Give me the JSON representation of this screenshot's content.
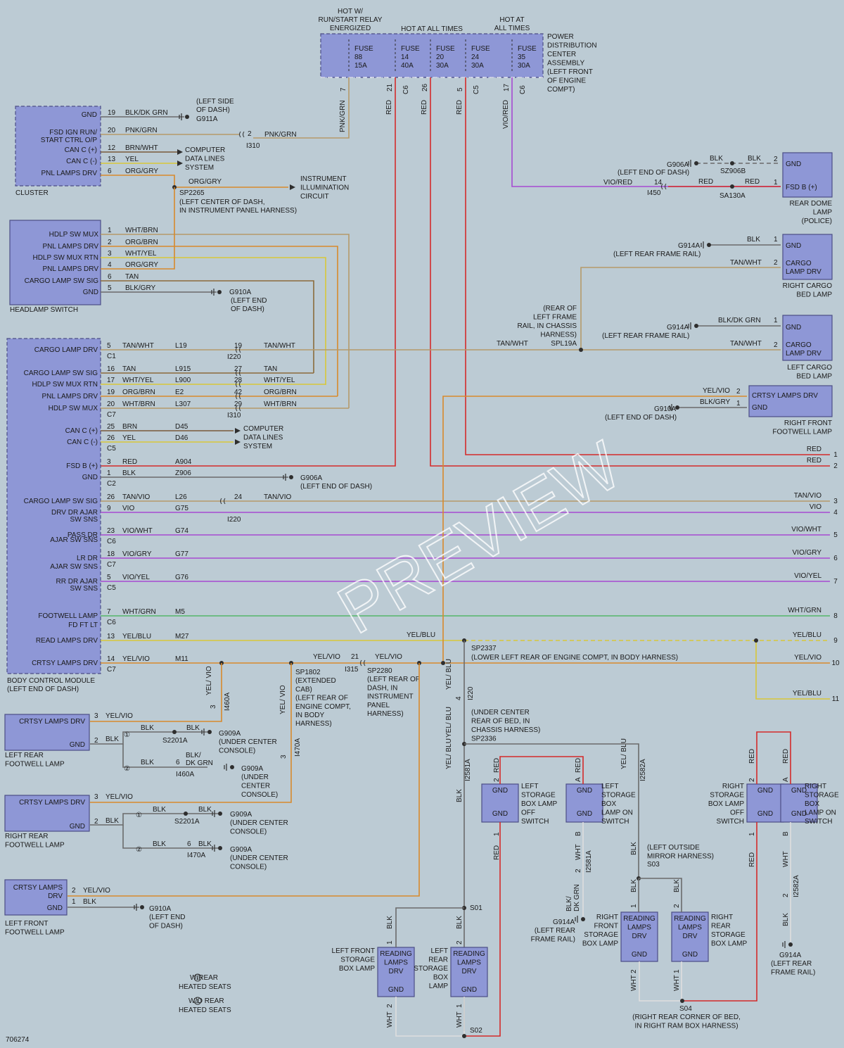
{
  "colors": {
    "background": "#bccbd4",
    "component": "#8e97d6",
    "red": "#d42a2a",
    "violet": "#a64ad1",
    "orange": "#d88a2c",
    "yellow": "#d8c83a",
    "tan": "#b59a6a",
    "green": "#55b86a",
    "gray": "#6b6b6b"
  },
  "header": {
    "hot_relay": [
      "HOT W/",
      "RUN/START RELAY",
      "ENERGIZED"
    ],
    "hot_all_times_1": "HOT AT ALL TIMES",
    "hot_all_times_2": [
      "HOT AT",
      "ALL TIMES"
    ],
    "pdc": [
      "POWER",
      "DISTRIBUTION",
      "CENTER",
      "ASSEMBLY",
      "(LEFT FRONT",
      "OF ENGINE",
      "COMPT)"
    ]
  },
  "fuses": [
    {
      "name": "FUSE",
      "num": "88",
      "amp": "15A",
      "pin": "7",
      "conn": ""
    },
    {
      "name": "FUSE",
      "num": "14",
      "amp": "40A",
      "pin": "21",
      "conn": "C6"
    },
    {
      "name": "FUSE",
      "num": "20",
      "amp": "30A",
      "pin": "26",
      "conn": ""
    },
    {
      "name": "FUSE",
      "num": "24",
      "amp": "30A",
      "pin": "5",
      "conn": "C5"
    },
    {
      "name": "FUSE",
      "num": "35",
      "amp": "30A",
      "pin": "17",
      "conn": "C6"
    }
  ],
  "vertical_labels": {
    "pnk_grn": "PNK/GRN",
    "red1": "RED",
    "red2": "RED",
    "red3": "RED",
    "vio_red": "VIO/RED",
    "yel_vio_1": "YEL/ VIO",
    "yel_vio_2": "YEL/ VIO",
    "yel_blu_1": "YEL/ BLU",
    "yel_blu_2": "YEL/ BLU",
    "yel_blu_3": "YEL/ BLU",
    "yel_blu_4": "YEL/ BLU",
    "i460a": "I460A",
    "i470a": "I470A",
    "i220": "I220",
    "i2581a": "I2581A",
    "i2582a": "I2582A"
  },
  "cluster": {
    "title": "CLUSTER",
    "pins": [
      {
        "label": "GND",
        "pin": "19",
        "wire": "BLK/DK GRN"
      },
      {
        "label": "FSD IGN RUN/",
        "pin": "20",
        "wire": "PNK/GRN"
      },
      {
        "label": "START CTRL O/P",
        "pin": "",
        "wire": ""
      },
      {
        "label": "CAN C (+)",
        "pin": "12",
        "wire": "BRN/WHT"
      },
      {
        "label": "CAN C (-)",
        "pin": "13",
        "wire": "YEL"
      },
      {
        "label": "PNL LAMPS DRV",
        "pin": "6",
        "wire": "ORG/GRY"
      }
    ],
    "ground": "G911A",
    "ground_loc": [
      "(LEFT SIDE",
      "OF DASH)"
    ],
    "conn_i310_pin": "2",
    "conn_i310": "I310",
    "conn_i310_wire": "PNK/GRN",
    "data_lines": [
      "COMPUTER",
      "DATA LINES",
      "SYSTEM"
    ],
    "illum_wire": "ORG/GRY",
    "illum": [
      "INSTRUMENT",
      "ILLUMINATION",
      "CIRCUIT"
    ],
    "splice": "SP2265",
    "splice_loc": [
      "(LEFT CENTER OF DASH,",
      "IN INSTRUMENT PANEL HARNESS)"
    ]
  },
  "headlamp": {
    "title": "HEADLAMP SWITCH",
    "pins": [
      {
        "label": "HDLP SW MUX",
        "pin": "1",
        "wire": "WHT/BRN"
      },
      {
        "label": "PNL LAMPS DRV",
        "pin": "2",
        "wire": "ORG/BRN"
      },
      {
        "label": "HDLP SW MUX RTN",
        "pin": "3",
        "wire": "WHT/YEL"
      },
      {
        "label": "PNL LAMPS DRV",
        "pin": "4",
        "wire": "ORG/GRY"
      },
      {
        "label": "CARGO LAMP SW SIG",
        "pin": "6",
        "wire": "TAN"
      },
      {
        "label": "GND",
        "pin": "5",
        "wire": "BLK/GRY"
      }
    ],
    "ground": "G910A",
    "ground_loc": [
      "(LEFT END",
      "OF DASH)"
    ]
  },
  "bcm": {
    "title": [
      "BODY CONTROL MODULE",
      "(LEFT END OF DASH)"
    ],
    "rows": [
      {
        "label": "CARGO LAMP DRV",
        "pin": "5",
        "conn": "C1",
        "wire": "TAN/WHT",
        "circuit": "L19",
        "ipin": "19",
        "iconn": "I220",
        "iwire": "TAN/WHT"
      },
      {
        "label": "CARGO LAMP SW SIG",
        "pin": "16",
        "conn": "",
        "wire": "TAN",
        "circuit": "L915",
        "ipin": "27",
        "iconn": "",
        "iwire": "TAN"
      },
      {
        "label": "HDLP SW MUX RTN",
        "pin": "17",
        "conn": "",
        "wire": "WHT/YEL",
        "circuit": "L900",
        "ipin": "28",
        "iconn": "",
        "iwire": "WHT/YEL"
      },
      {
        "label": "PNL LAMPS DRV",
        "pin": "19",
        "conn": "",
        "wire": "ORG/BRN",
        "circuit": "E2",
        "ipin": "42",
        "iconn": "",
        "iwire": "ORG/BRN"
      },
      {
        "label": "HDLP SW MUX",
        "pin": "20",
        "conn": "C7",
        "wire": "WHT/BRN",
        "circuit": "L307",
        "ipin": "29",
        "iconn": "I310",
        "iwire": "WHT/BRN"
      },
      {
        "label": "CAN C (+)",
        "pin": "25",
        "conn": "",
        "wire": "BRN",
        "circuit": "D45"
      },
      {
        "label": "CAN C (-)",
        "pin": "26",
        "conn": "C5",
        "wire": "YEL",
        "circuit": "D46"
      },
      {
        "label": "FSD B (+)",
        "pin": "3",
        "conn": "",
        "wire": "RED",
        "circuit": "A904"
      },
      {
        "label": "GND",
        "pin": "1",
        "conn": "C2",
        "wire": "BLK",
        "circuit": "Z906"
      },
      {
        "label": "CARGO LAMP SW SIG",
        "pin": "26",
        "conn": "",
        "wire": "TAN/VIO",
        "circuit": "L26",
        "ipin": "24",
        "iconn": "",
        "iwire": "TAN/VIO"
      },
      {
        "label": "DRV DR AJAR",
        "pin": "9",
        "conn": "",
        "wire": "VIO",
        "circuit": "G75",
        "ipin": "",
        "iconn": "I220",
        "iwire": ""
      },
      {
        "label": "PASS DR",
        "pin": "23",
        "conn": "C6",
        "wire": "VIO/WHT",
        "circuit": "G74"
      },
      {
        "label": "LR DR",
        "pin": "18",
        "conn": "C7",
        "wire": "VIO/GRY",
        "circuit": "G77"
      },
      {
        "label": "RR DR AJAR",
        "pin": "5",
        "conn": "C5",
        "wire": "VIO/YEL",
        "circuit": "G76"
      },
      {
        "label": "FOOTWELL LAMP",
        "pin": "7",
        "conn": "C6",
        "wire": "WHT/GRN",
        "circuit": "M5"
      },
      {
        "label": "READ LAMPS DRV",
        "pin": "13",
        "conn": "",
        "wire": "YEL/BLU",
        "circuit": "M27"
      },
      {
        "label": "CRTSY LAMPS DRV",
        "pin": "14",
        "conn": "C7",
        "wire": "YEL/VIO",
        "circuit": "M11"
      }
    ],
    "sub_labels": {
      "sw_sns_1": "SW SNS",
      "ajar_sw_sns": "AJAR SW SNS",
      "ajar_sw_sns_2": "AJAR SW SNS",
      "sw_sns_2": "SW SNS",
      "fd_ft_lt": "FD FT LT"
    },
    "data_lines": [
      "COMPUTER",
      "DATA LINES",
      "SYSTEM"
    ],
    "gnd": "G906A",
    "gnd_loc": "(LEFT END OF DASH)"
  },
  "right_side": {
    "rear_dome": {
      "title": [
        "REAR DOME",
        "LAMP",
        "(POLICE)"
      ],
      "pins": [
        "GND",
        "FSD B (+)"
      ],
      "pin_nums": [
        "2",
        "1"
      ],
      "gnd": "G906A",
      "gnd_loc": "(LEFT END OF DASH)",
      "splice": "SZ906B",
      "wire_blk": "BLK",
      "wire_blk2": "BLK",
      "wire_red": "RED",
      "wire_red2": "RED",
      "vio_red": "VIO/RED",
      "conn_pin": "14",
      "conn": "I450",
      "splice2": "SA130A"
    },
    "right_cargo": {
      "title": [
        "RIGHT CARGO",
        "BED LAMP"
      ],
      "pins": [
        "GND",
        "CARGO",
        "LAMP DRV"
      ],
      "pin_nums": [
        "1",
        "2"
      ],
      "gnd": "G914A",
      "gnd_loc": "(LEFT REAR FRAME RAIL)",
      "wire_blk": "BLK",
      "wire_tan": "TAN/WHT"
    },
    "left_cargo": {
      "title": [
        "LEFT CARGO",
        "BED LAMP"
      ],
      "pins": [
        "GND",
        "CARGO",
        "LAMP DRV"
      ],
      "pin_nums": [
        "1",
        "2"
      ],
      "gnd": "G914A",
      "gnd_loc": "(LEFT REAR FRAME RAIL)",
      "wire_blk": "BLK/DK GRN",
      "wire_tan": "TAN/WHT"
    },
    "spl19a": [
      "(REAR OF",
      "LEFT FRAME",
      "RAIL, IN CHASSIS",
      "HARNESS)",
      "SPL19A"
    ],
    "tan_wht": "TAN/WHT",
    "rf_footwell": {
      "title": [
        "RIGHT FRONT",
        "FOOTWELL LAMP"
      ],
      "pins": [
        "CRTSY LAMPS DRV",
        "GND"
      ],
      "pin_nums": [
        "2",
        "1"
      ],
      "wires": [
        "YEL/VIO",
        "BLK/GRY"
      ],
      "gnd": "G910A",
      "gnd_loc": "(LEFT END OF DASH)"
    }
  },
  "outputs": [
    {
      "wire": "RED",
      "num": "1"
    },
    {
      "wire": "RED",
      "num": "2"
    },
    {
      "wire": "TAN/VIO",
      "num": "3"
    },
    {
      "wire": "VIO",
      "num": "4"
    },
    {
      "wire": "VIO/WHT",
      "num": "5"
    },
    {
      "wire": "VIO/GRY",
      "num": "6"
    },
    {
      "wire": "VIO/YEL",
      "num": "7"
    },
    {
      "wire": "WHT/GRN",
      "num": "8"
    },
    {
      "wire": "YEL/BLU",
      "num": "9"
    },
    {
      "wire": "YEL/VIO",
      "num": "10"
    },
    {
      "wire": "YEL/BLU",
      "num": "11"
    }
  ],
  "splices": {
    "yel_blu_mid": "YEL/BLU",
    "sp2337": "SP2337",
    "sp2337_loc": "(LOWER LEFT REAR OF ENGINE COMPT, IN BODY HARNESS)",
    "sp1802": [
      "SP1802",
      "(EXTENDED",
      "CAB)",
      "(LEFT REAR OF",
      "ENGINE COMPT,",
      "IN BODY",
      "HARNESS)"
    ],
    "yel_vio_a": "YEL/VIO",
    "yel_vio_b": "YEL/VIO",
    "i315_pin": "21",
    "i315": "I315",
    "sp2280": [
      "SP2280",
      "(LEFT REAR OF",
      "DASH, IN",
      "INSTRUMENT",
      "PANEL",
      "HARNESS)"
    ],
    "sp2336": [
      "(UNDER CENTER",
      "REAR OF BED, IN",
      "CHASSIS HARNESS)",
      "SP2336"
    ],
    "i220_pin": "4"
  },
  "lr_footwell": {
    "title": [
      "LEFT REAR",
      "FOOTWELL LAMP"
    ],
    "pins": [
      "CRTSY LAMPS DRV",
      "GND"
    ],
    "pin_nums": [
      "3",
      "2"
    ],
    "wire1": "YEL/VIO",
    "wire2": "BLK",
    "opt1_blk": "BLK",
    "opt1_blk2": "BLK",
    "opt1_splice": "S2201A",
    "opt1_gnd": "G909A",
    "opt1_gnd_loc": [
      "(UNDER CENTER",
      "CONSOLE)"
    ],
    "opt2_blk": "BLK",
    "opt2_pin": "6",
    "opt2_wire": "BLK/",
    "opt2_wire2": "DK GRN",
    "opt2_conn": "I460A",
    "opt2_gnd": "G909A",
    "opt2_gnd_loc": [
      "(UNDER",
      "CENTER",
      "CONSOLE)"
    ],
    "pin_460": "3"
  },
  "rr_footwell": {
    "title": [
      "RIGHT REAR",
      "FOOTWELL LAMP"
    ],
    "pins": [
      "CRTSY LAMPS DRV",
      "GND"
    ],
    "pin_nums": [
      "3",
      "2"
    ],
    "wire1": "YEL/VIO",
    "wire2": "BLK",
    "opt1_blk": "BLK",
    "opt1_blk2": "BLK",
    "opt1_splice": "S2201A",
    "opt1_gnd": "G909A",
    "opt1_gnd_loc": [
      "(UNDER CENTER",
      "CONSOLE)"
    ],
    "opt2_blk": "BLK",
    "opt2_pin": "6",
    "opt2_blk2": "BLK",
    "opt2_conn": "I470A",
    "opt2_gnd": "G909A",
    "opt2_gnd_loc": [
      "(UNDER CENTER",
      "CONSOLE)"
    ],
    "pin_470": "3"
  },
  "lf_footwell": {
    "title": [
      "LEFT FRONT",
      "FOOTWELL LAMP"
    ],
    "pins": [
      "CRTSY LAMPS",
      "DRV",
      "GND"
    ],
    "pin_nums": [
      "2",
      "1"
    ],
    "wire1": "YEL/VIO",
    "wire2": "BLK",
    "gnd": "G910A",
    "gnd_loc": [
      "(LEFT END",
      "OF DASH)"
    ]
  },
  "legend": {
    "item1": "W/REAR",
    "item1b": "HEATED SEATS",
    "item2": "W/O REAR",
    "item2b": "HEATED SEATS",
    "num1": "1",
    "num2": "2"
  },
  "bed": {
    "lsb_off": {
      "title": [
        "LEFT",
        "STORAGE",
        "BOX LAMP",
        "OFF",
        "SWITCH"
      ],
      "pins": [
        "GND",
        "GND"
      ],
      "pin_nums": [
        "2",
        "1"
      ],
      "wire_red": "RED",
      "wire_red2": "RED"
    },
    "lsb_on": {
      "title": [
        "LEFT",
        "STORAGE",
        "BOX",
        "LAMP ON",
        "SWITCH"
      ],
      "pins": [
        "GND",
        "GND"
      ],
      "pin_nums": [
        "A",
        "B"
      ],
      "wire_red": "RED",
      "wire_wht": "WHT"
    },
    "rsb_off": {
      "title": [
        "RIGHT",
        "STORAGE",
        "BOX LAMP",
        "OFF",
        "SWITCH"
      ],
      "pins": [
        "GND",
        "GND"
      ],
      "pin_nums": [
        "2",
        "1"
      ],
      "wire_red": "RED",
      "wire_red2": "RED"
    },
    "rsb_on": {
      "title": [
        "RIGHT",
        "STORAGE",
        "BOX",
        "LAMP ON",
        "SWITCH"
      ],
      "pins": [
        "GND",
        "GND"
      ],
      "pin_nums": [
        "A",
        "B"
      ],
      "wire_red": "RED",
      "wire_wht": "WHT"
    },
    "lf_box": {
      "title": [
        "LEFT FRONT",
        "STORAGE",
        "BOX LAMP"
      ],
      "pins": [
        "READING",
        "LAMPS",
        "DRV",
        "GND"
      ],
      "pin_nums": [
        "1",
        "2"
      ],
      "wire_blk": "BLK",
      "wire_wht": "WHT"
    },
    "lr_box": {
      "title": [
        "LEFT",
        "REAR",
        "STORAGE",
        "BOX",
        "LAMP"
      ],
      "pins": [
        "READING",
        "LAMPS",
        "DRV",
        "GND"
      ],
      "pin_nums": [
        "2",
        "1"
      ],
      "wire_blk": "BLK",
      "wire_wht": "WHT"
    },
    "rf_box": {
      "title": [
        "RIGHT",
        "FRONT",
        "STORAGE",
        "BOX LAMP"
      ],
      "pins": [
        "READING",
        "LAMPS",
        "DRV",
        "GND"
      ],
      "pin_nums": [
        "1",
        "2"
      ],
      "wire_blk": "BLK",
      "wire_wht": "WHT"
    },
    "rr_box": {
      "title": [
        "RIGHT",
        "REAR",
        "STORAGE",
        "BOX LAMP"
      ],
      "pins": [
        "READING",
        "LAMPS",
        "DRV",
        "GND"
      ],
      "pin_nums": [
        "2",
        "1"
      ],
      "wire_blk": "BLK",
      "wire_wht": "WHT"
    },
    "s01": "S01",
    "s02": "S02",
    "s03": "S03",
    "s03_loc": [
      "(LEFT OUTSIDE",
      "MIRROR HARNESS)"
    ],
    "s04": "S04",
    "s04_loc": [
      "(RIGHT REAR CORNER OF BED,",
      "IN RIGHT RAM BOX HARNESS)"
    ],
    "blk_s03": "BLK",
    "blk_dk_grn": "BLK/",
    "blk_dk_grn2": "DK GRN",
    "pin_2581": "2",
    "conn_2581": "I2581A",
    "g914a": "G914A",
    "g914a_loc": [
      "(LEFT REAR",
      "FRAME RAIL)"
    ],
    "pin_2582": "2",
    "conn_2582": "I2582A",
    "blk_2582": "BLK",
    "g914a_2": "G914A",
    "g914a_2_loc": [
      "(LEFT REAR",
      "FRAME RAIL)"
    ],
    "blk_2581": "BLK",
    "wht_lsb": "WHT",
    "pin_2581b": "2",
    "wht_rsb": "WHT",
    "pin_2582b": "2"
  },
  "footer": {
    "id": "706274"
  },
  "watermark": "PREVIEW"
}
